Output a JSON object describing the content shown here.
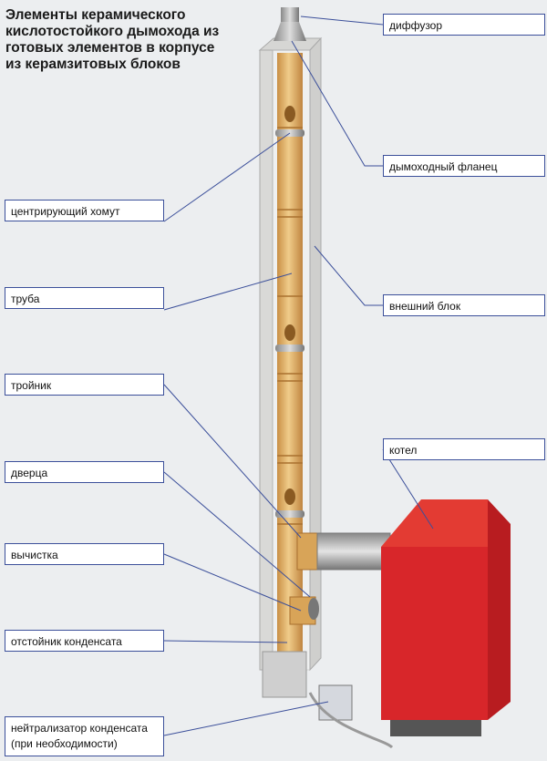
{
  "title": "Элементы керамического кислотостойкого дымохода из готовых элементов в корпусе из керамзитовых блоков",
  "labels": {
    "diffuser": "диффузор",
    "flange": "дымоходный фланец",
    "clamp": "центрирующий хомут",
    "pipe": "труба",
    "outer_block": "внешний блок",
    "tee": "тройник",
    "boiler": "котел",
    "door": "дверца",
    "cleanout": "вычистка",
    "condensate_trap": "отстойник конденсата",
    "neutralizer_line1": "нейтрализатор конденсата",
    "neutralizer_line2": "(при необходимости)"
  },
  "colors": {
    "label_border": "#3b4f9a",
    "pipe": "#e2b46a",
    "boiler": "#d8262a",
    "block": "#e6e6e4"
  }
}
